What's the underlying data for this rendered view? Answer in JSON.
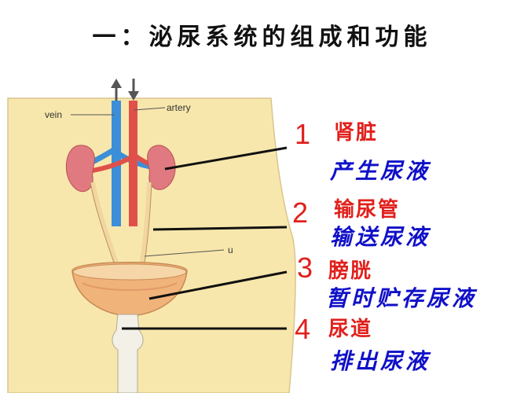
{
  "title": "一：泌尿系统的组成和功能",
  "diagram_labels": {
    "vein": "vein",
    "artery": "artery",
    "u": "u"
  },
  "items": [
    {
      "num": "1",
      "organ": "肾脏",
      "function": "产生尿液"
    },
    {
      "num": "2",
      "organ": "输尿管",
      "function": "输送尿液"
    },
    {
      "num": "3",
      "organ": "膀胱",
      "function": "暂时贮存尿液"
    },
    {
      "num": "4",
      "organ": "尿道",
      "function": "排出尿液"
    }
  ],
  "colors": {
    "number_and_organ": "#e0201c",
    "function_text": "#1010c8",
    "body_fill": "#f8e7ac",
    "vein": "#3b8fd8",
    "artery": "#e0504a",
    "kidney": "#e07a80"
  }
}
